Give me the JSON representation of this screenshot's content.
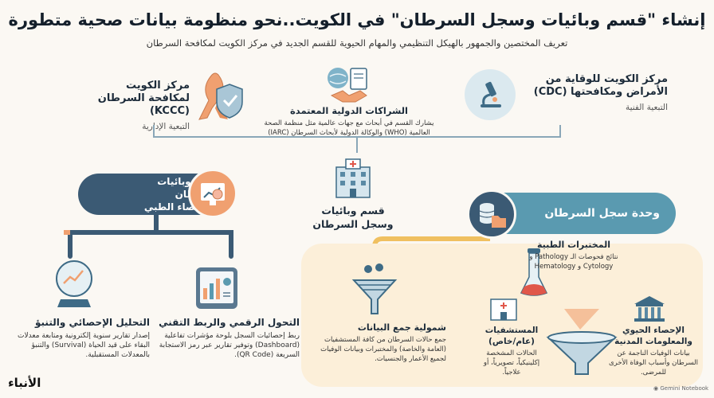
{
  "header": {
    "title": "إنشاء \"قسم وبائيات وسجل السرطان\" في الكويت..نحو منظومة بيانات صحية متطورة",
    "subtitle": "تعريف المختصين والجمهور بالهيكل التنظيمي والمهام الحيوية للقسم الجديد في مركز الكويت لمكافحة السرطان"
  },
  "orgs": {
    "cdc": {
      "title": "مركز الكويت للوقاية من الأمراض ومكافحتها (CDC)",
      "sub": "التبعية الفنية"
    },
    "partners": {
      "title": "الشراكات الدولية المعتمدة",
      "desc": "يشارك القسم في أبحاث مع جهات عالمية مثل منظمة الصحة العالمية (WHO) والوكالة الدولية لأبحاث السرطان (IARC)"
    },
    "kccc": {
      "title": "مركز الكويت لمكافحة السرطان (KCCC)",
      "sub": "التبعية الإدارية"
    }
  },
  "department": {
    "label": "قسم وبائيات وسجل السرطان"
  },
  "units": {
    "registry": "وحدة سجل السرطان",
    "epi": "وحدة وبائيات السرطان والإحصاء الطبي"
  },
  "registry_sources": {
    "labs": {
      "title": "المختبرات الطبية",
      "desc": "نتائج فحوصات الـ Pathology و Cytology و Hematology"
    },
    "hospitals": {
      "title": "المستشفيات (عام/خاص)",
      "desc": "الحالات المشخصة إكلينيكياً، تصويرياً، أو علاجياً."
    },
    "civil": {
      "title": "الإحصاء الحيوي والمعلومات المدنية",
      "desc": "بيانات الوفيات الناجمة عن السرطان وأسباب الوفاة الأخرى للمرضى."
    },
    "collection": {
      "title": "شمولية جمع البيانات",
      "desc": "جمع حالات السرطان من كافة المستشفيات (العامة والخاصة) والمختبرات وبيانات الوفيات لجميع الأعمار والجنسيات."
    }
  },
  "epi_tasks": {
    "digital": {
      "title": "التحول الرقمي والربط التقني",
      "desc": "ربط إحصائيات السجل بلوحة مؤشرات تفاعلية (Dashboard) وتوفير تقارير عبر رمز الاستجابة السريعة (QR Code)."
    },
    "analysis": {
      "title": "التحليل الإحصائي والتنبؤ",
      "desc": "إصدار تقارير سنوية إلكترونية ومتابعة معدلات البقاء على قيد الحياة (Survival) والتنبؤ بالمعدلات المستقبلية."
    }
  },
  "footer": {
    "logo": "الأنباء",
    "notebook": "Gemini Notebook"
  },
  "colors": {
    "navy": "#3b5a74",
    "teal": "#5a9ab0",
    "orange": "#f0a070",
    "cream": "#fcefd9"
  }
}
